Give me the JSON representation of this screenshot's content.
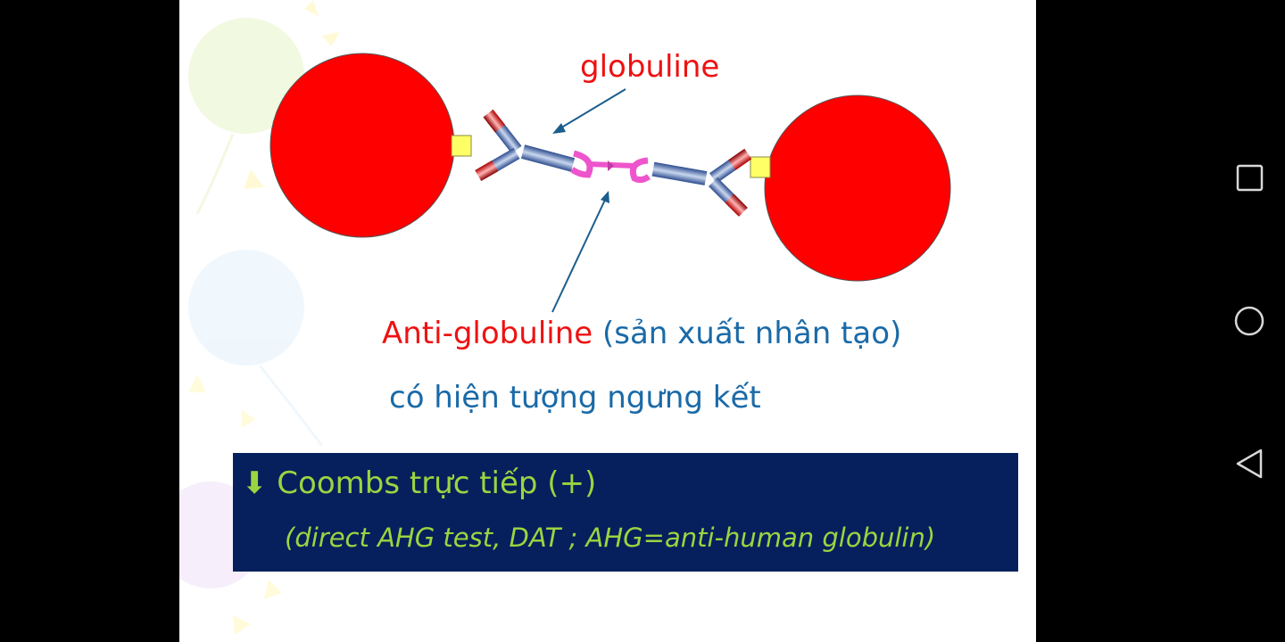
{
  "slide": {
    "globuline_label": "globuline",
    "anti_globuline_label": "Anti-globuline",
    "anti_globuline_note": " (sản xuất nhân tạo)",
    "result_bullet": "",
    "result_text": "có hiện tượng ngưng kết",
    "conclusion": {
      "title": "⬇ Coombs trực tiếp (+)",
      "subtitle": "(direct AHG test, DAT ; AHG=anti-human globulin)"
    }
  },
  "colors": {
    "red_cell": "#ff0000",
    "antigen": "#ffff66",
    "antibody": "#4a6fa8",
    "anti_globuline_link": "#ee55cc",
    "label_red": "#ee1111",
    "label_blue": "#1a6aa8",
    "box_bg": "#05205c",
    "box_text": "#9bd441"
  },
  "nav": {
    "recent": "square-icon",
    "home": "circle-icon",
    "back": "triangle-back-icon"
  }
}
